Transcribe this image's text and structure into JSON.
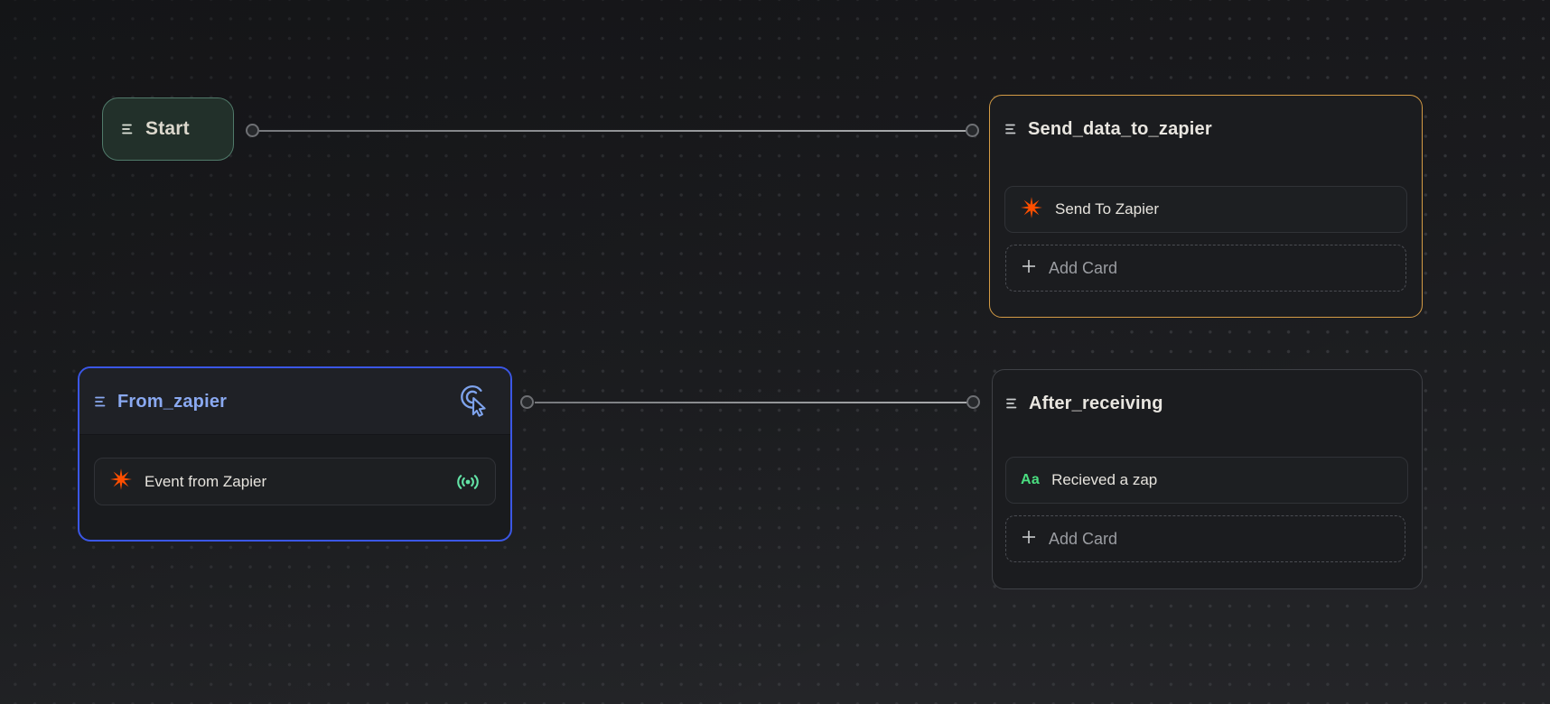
{
  "app": {
    "view": "workflow-canvas"
  },
  "colors": {
    "canvas-top": "#19191c",
    "canvas-bottom": "#242528",
    "dot": "#35363a",
    "node-bg": "#1b1c1f",
    "node-border": "#3f4146",
    "selected-blue": "#3b57e6",
    "selected-blue-text": "#8aa9f1",
    "amber": "#d49b45",
    "start-bg": "#22302a",
    "start-border": "#507a6a",
    "zapier-orange": "#ff4f00",
    "mint": "#63e3a6",
    "green": "#4ade80",
    "title": "#e9e6e0",
    "card-text": "#e6e3dd",
    "muted": "#9b9da2"
  },
  "icons": {
    "drag_handle": "grip-lines-icon",
    "zapier": "zapier-asterisk-icon",
    "trigger": "cursor-click-icon",
    "signal": "broadcast-icon",
    "add": "plus-icon"
  },
  "nodes": {
    "start": {
      "title": "Start"
    },
    "send_data_to_zapier": {
      "title": "Send_data_to_zapier",
      "card": {
        "label": "Send To Zapier"
      },
      "add_card": "Add Card"
    },
    "from_zapier": {
      "title": "From_zapier",
      "card": {
        "label": "Event from Zapier"
      }
    },
    "after_receiving": {
      "title": "After_receiving",
      "card": {
        "label": "Recieved a zap",
        "icon_label": "Aa"
      },
      "add_card": "Add Card"
    }
  },
  "connections": [
    {
      "from": "Start",
      "to": "Send_data_to_zapier"
    },
    {
      "from": "From_zapier",
      "to": "After_receiving"
    }
  ]
}
